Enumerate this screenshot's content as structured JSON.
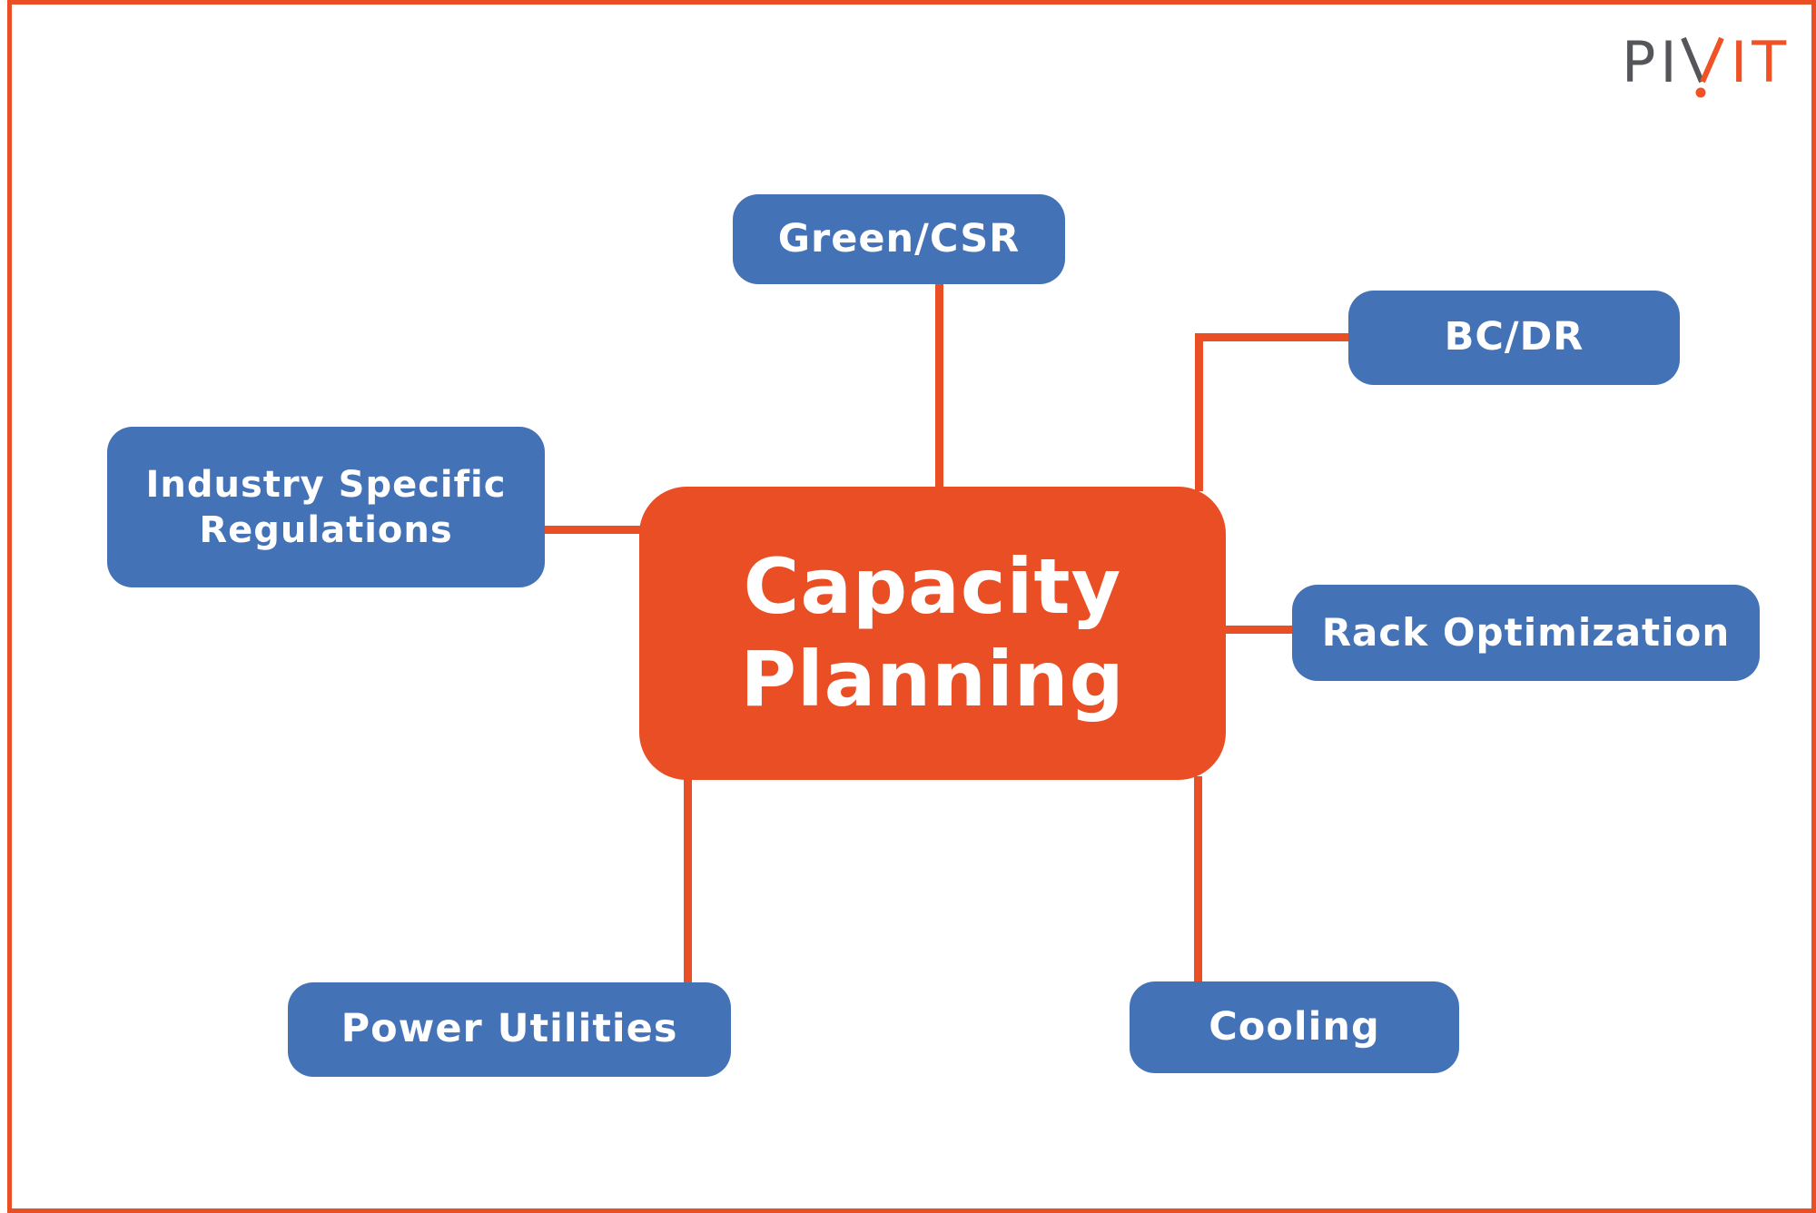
{
  "logo": {
    "brand": "PIVIT",
    "gray_letters": "PI",
    "v_letter": "V",
    "orange_letters": "IT",
    "gray_color": "#55565A",
    "orange_color": "#F05125"
  },
  "diagram": {
    "center": {
      "line1": "Capacity",
      "line2": "Planning"
    },
    "nodes": [
      {
        "id": "green-csr",
        "label": "Green/CSR"
      },
      {
        "id": "bc-dr",
        "label": "BC/DR"
      },
      {
        "id": "industry-specific-regulations",
        "label": "Industry Specific Regulations"
      },
      {
        "id": "rack-optimization",
        "label": "Rack Optimization"
      },
      {
        "id": "power-utilities",
        "label": "Power Utilities"
      },
      {
        "id": "cooling",
        "label": "Cooling"
      }
    ],
    "colors": {
      "accent_orange": "#E94E24",
      "node_blue": "#4472B6",
      "label_text": "#FFFFFF"
    }
  }
}
